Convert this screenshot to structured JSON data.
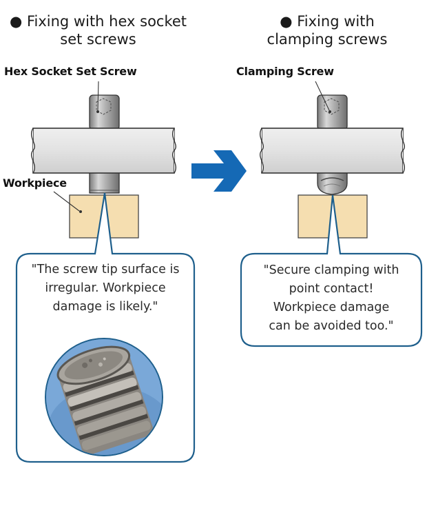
{
  "left": {
    "heading_lines": [
      "● Fixing with hex socket",
      "set screws"
    ],
    "label_screw": "Hex Socket Set Screw",
    "label_workpiece": "Workpiece",
    "quote_lines": [
      "\"The screw tip surface is",
      "irregular. Workpiece",
      "damage is likely.\""
    ]
  },
  "right": {
    "heading_lines": [
      "● Fixing with",
      "clamping screws"
    ],
    "label_screw": "Clamping Screw",
    "quote_lines": [
      "\"Secure clamping with",
      "point contact!",
      "Workpiece damage",
      "can be avoided too.\""
    ]
  },
  "colors": {
    "accent": "#1569b5",
    "bubble_border": "#1e5f8c",
    "workpiece": "#f5deb0",
    "shaft": "#dcdcdc"
  },
  "icons": [
    "arrow-right-icon",
    "hex-socket-set-screw-icon",
    "clamping-screw-icon"
  ]
}
